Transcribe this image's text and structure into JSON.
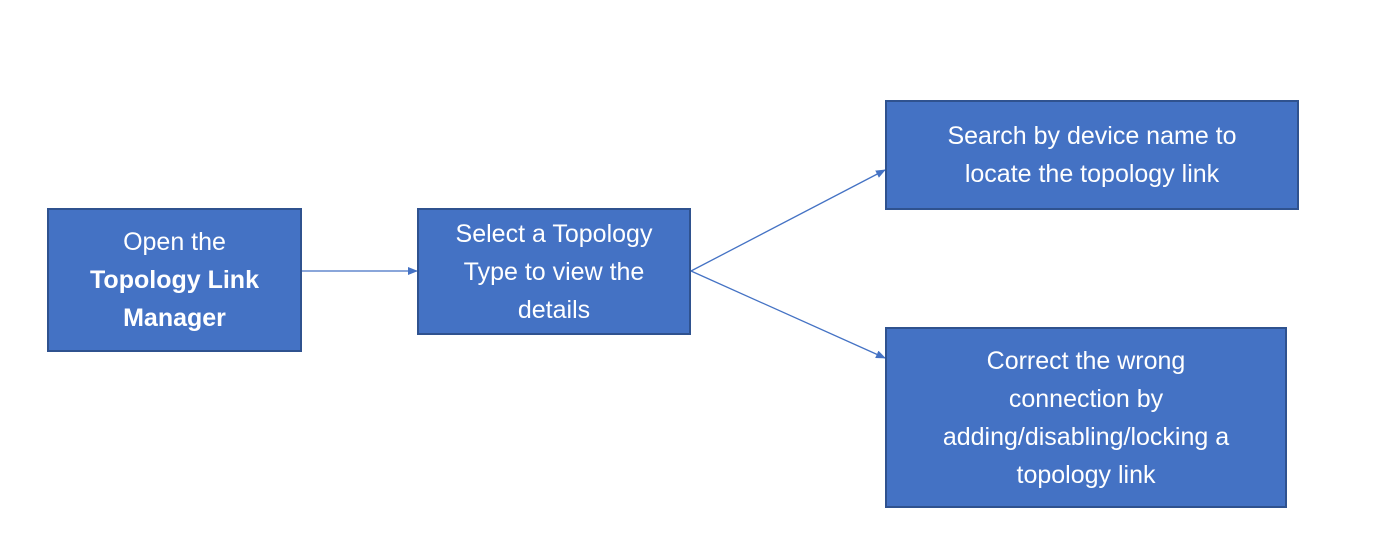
{
  "diagram": {
    "colors": {
      "node_fill": "#4472c4",
      "node_border": "#2f528f",
      "node_text": "#ffffff",
      "connector": "#4472c4"
    },
    "nodes": {
      "open": {
        "line1": "Open the",
        "line2": "Topology Link",
        "line3": "Manager"
      },
      "select": {
        "line1": "Select a Topology",
        "line2": "Type to view the",
        "line3": "details"
      },
      "search": {
        "line1": "Search by device name to",
        "line2": "locate the topology link"
      },
      "correct": {
        "line1": "Correct the wrong",
        "line2": "connection by",
        "line3": "adding/disabling/locking a",
        "line4": "topology link"
      }
    }
  }
}
